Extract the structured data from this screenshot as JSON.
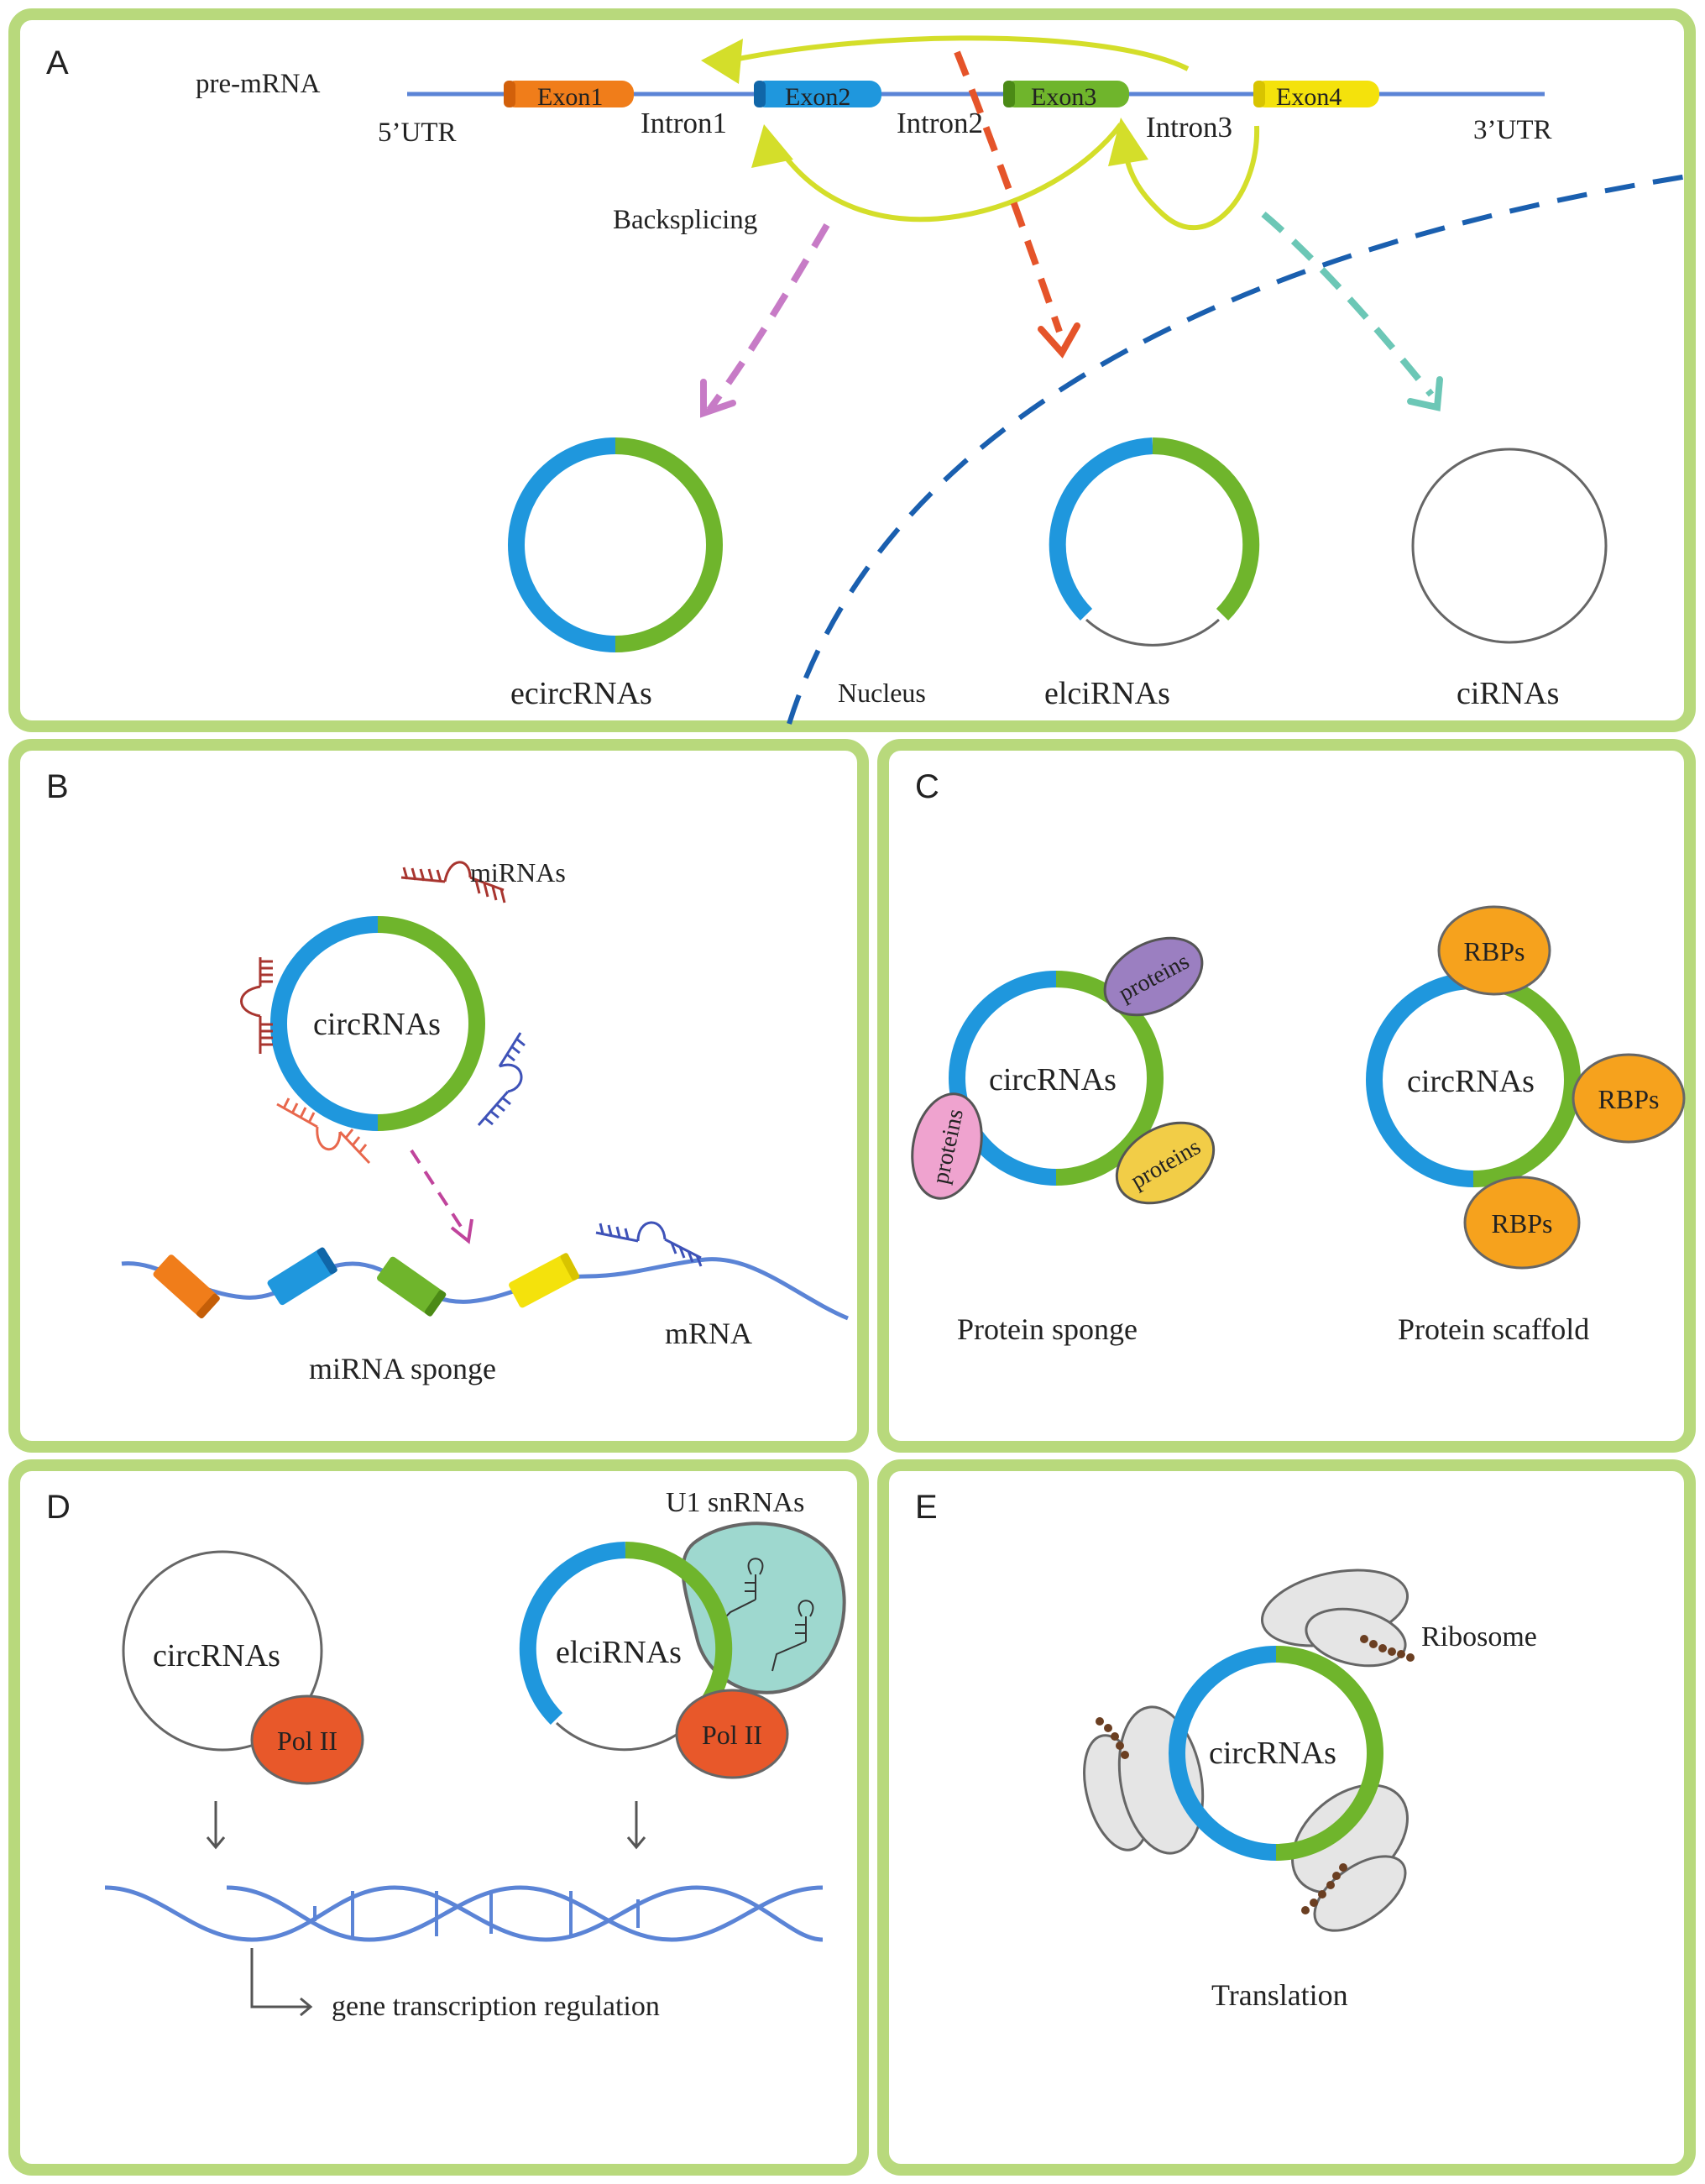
{
  "panels": {
    "a": {
      "letter": "A",
      "pre_mrna": "pre-mRNA",
      "utr5": "5’UTR",
      "utr3": "3’UTR",
      "exon1": "Exon1",
      "exon2": "Exon2",
      "exon3": "Exon3",
      "exon4": "Exon4",
      "intron1": "Intron1",
      "intron2": "Intron2",
      "intron3": "Intron3",
      "backsplicing": "Backsplicing",
      "ecircrnas": "ecircRNAs",
      "nucleus": "Nucleus",
      "elcirnas": "elciRNAs",
      "cirnas": "ciRNAs"
    },
    "b": {
      "letter": "B",
      "mirnas": "miRNAs",
      "circrnas": "circRNAs",
      "mirna_sponge": "miRNA sponge",
      "mrna": "mRNA"
    },
    "c": {
      "letter": "C",
      "circrnas_left": "circRNAs",
      "circrnas_right": "circRNAs",
      "proteins": "proteins",
      "rbps": "RBPs",
      "protein_sponge": "Protein sponge",
      "protein_scaffold": "Protein scaffold"
    },
    "d": {
      "letter": "D",
      "u1_snrnas": "U1 snRNAs",
      "circrnas": "circRNAs",
      "elcirnas": "elciRNAs",
      "pol_ii": "Pol II",
      "gene_transcription": "gene transcription regulation"
    },
    "e": {
      "letter": "E",
      "ribosome": "Ribosome",
      "circrnas": "circRNAs",
      "translation": "Translation"
    }
  },
  "colors": {
    "panel_border": "#b8d97c",
    "blue": "#1f97dd",
    "green": "#6fb52c",
    "orange": "#f07d1a",
    "yellow": "#f4e20c",
    "rna_line": "#5b84d6",
    "backsplice_arrow": "#d4de2a",
    "red_arrow": "#e5542a",
    "pink_arrow": "#c77bc6",
    "teal_arrow": "#6cc7b6",
    "nucleus_line": "#1a5faf",
    "protein_purple": "#9b7fc1",
    "protein_pink": "#efa3cf",
    "protein_yellow": "#f2cd47",
    "rbp_orange": "#f6a21d",
    "pol_ii": "#e8582a",
    "u1_teal": "#9ed8cf",
    "ribosome_gray": "#e5e5e5",
    "peptide_brown": "#6b3f22"
  }
}
